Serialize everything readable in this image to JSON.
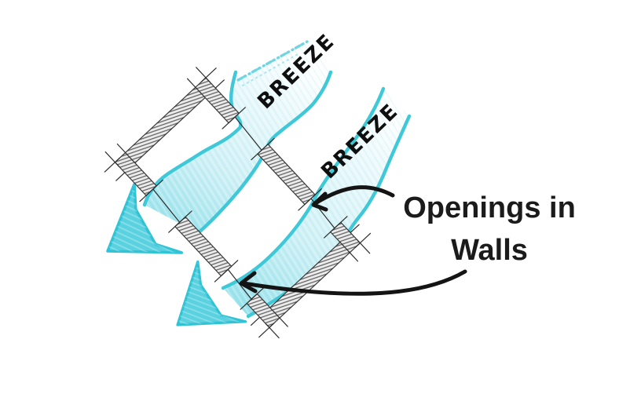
{
  "diagram": {
    "breeze_labels": [
      {
        "text": "BREEZE"
      },
      {
        "text": "BREEZE"
      }
    ],
    "caption": {
      "line1": "Openings in",
      "line2": "Walls"
    },
    "icons": {
      "flow_arrow_1": "breeze-flow-block-arrow-down-left",
      "flow_arrow_2": "breeze-flow-block-arrow-down-left",
      "pointer_arrow_1": "annotation-arrow-to-upper-wall-opening",
      "pointer_arrow_2": "annotation-arrow-to-lower-wall-opening"
    },
    "colors": {
      "background": "#ffffff",
      "breeze_edge": "#3fc8d8",
      "breeze_fill_light": "#d8f3f7",
      "breeze_fill_deep": "#8fdfe9",
      "flow_arrow_fill": "#5cd2e0",
      "flow_arrow_edge": "#2fc3d5",
      "wall_outline": "#383838",
      "wall_hatch": "#5f5f5f",
      "wall_hatch_bg": "#ececec",
      "plan_thin_line": "#2c2c2c",
      "annotation_ink": "#141414",
      "text_ink": "#1b1b1b"
    }
  }
}
